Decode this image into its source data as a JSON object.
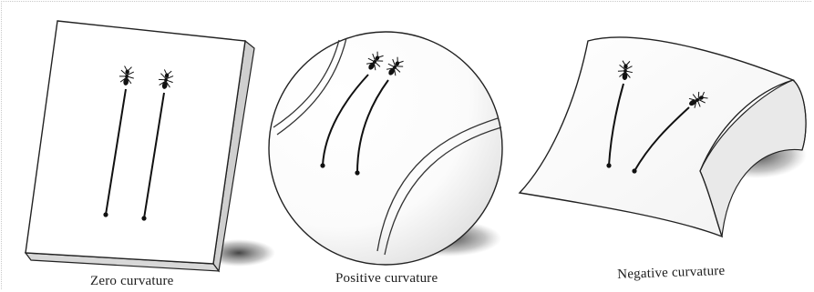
{
  "panels": [
    {
      "id": "zero",
      "caption": "Zero curvature"
    },
    {
      "id": "positive",
      "caption": "Positive curvature"
    },
    {
      "id": "negative",
      "caption": "Negative curvature"
    }
  ]
}
